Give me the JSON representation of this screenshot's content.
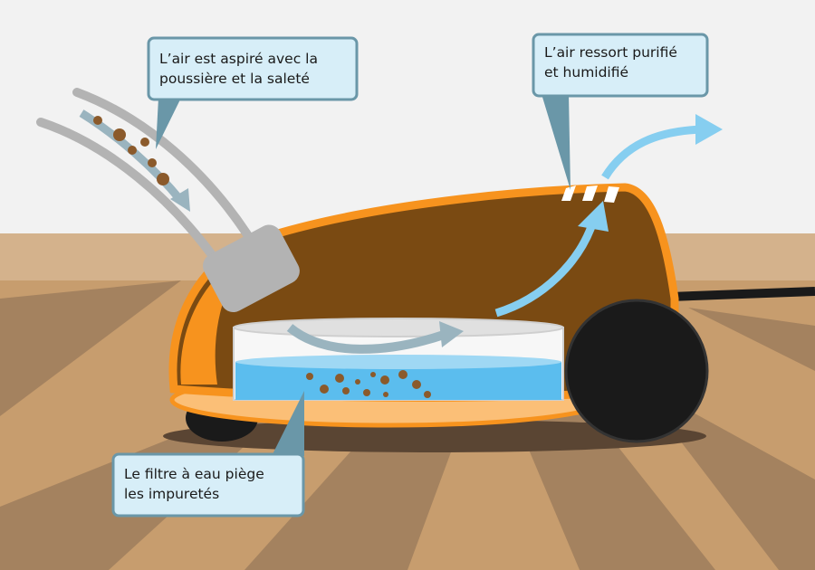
{
  "title": "Aspirateur à filtre à eau",
  "callouts": {
    "intake": {
      "lines": [
        "L’air est aspiré avec la",
        "poussière et la saleté"
      ]
    },
    "exhaust": {
      "lines": [
        "L’air ressort purifié",
        "et humidifié"
      ]
    },
    "filter": {
      "lines": [
        "Le filtre à eau piège",
        "les impuretés"
      ]
    }
  },
  "colors": {
    "wall": "#f2f2f2",
    "floor_light": "#c79d6e",
    "floor_dark": "#a4825f",
    "body": "#7a4a12",
    "outline": "#f7931e",
    "water": "#5bbdee",
    "callout_fill": "#d7eef8",
    "callout_stroke": "#6a97a8",
    "air_arrow": "#86cef0",
    "dirt": "#8b5a2b"
  }
}
